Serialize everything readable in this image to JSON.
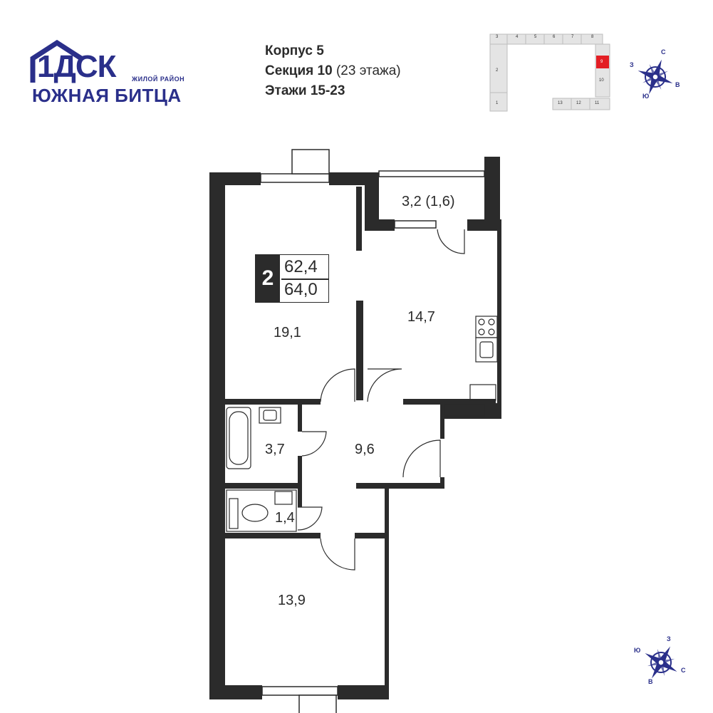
{
  "logo": {
    "number": "1",
    "letters": "ДСК",
    "tagline": "ЖИЛОЙ РАЙОН",
    "name": "ЮЖНАЯ БИТЦА",
    "color": "#2a2f8a"
  },
  "header": {
    "building": "Корпус 5",
    "section_label": "Секция 10",
    "section_floors": "(23 этажа)",
    "floors": "Этажи 15-23"
  },
  "badge": {
    "rooms": "2",
    "area_living": "62,4",
    "area_total": "64,0"
  },
  "rooms": {
    "balcony": "3,2 (1,6)",
    "bedroom_top": "19,1",
    "kitchen": "14,7",
    "bathroom": "3,7",
    "hall": "9,6",
    "wc": "1,4",
    "bedroom_bottom": "13,9"
  },
  "keyplan": {
    "sections_top": [
      "3",
      "4",
      "5",
      "6",
      "7",
      "8"
    ],
    "section_left_mid": "2",
    "section_left_bottom": "1",
    "section_highlight": "9",
    "section_right_mid": "10",
    "sections_bottom": [
      "13",
      "12",
      "11"
    ],
    "highlight_color": "#e31e24"
  },
  "compass_top": {
    "n": "С",
    "w": "З",
    "e": "В",
    "s": "Ю"
  },
  "compass_bottom": {
    "n": "З",
    "w": "Ю",
    "e": "С",
    "s": "В"
  },
  "colors": {
    "wall": "#2b2b2b",
    "brand": "#2a2f8a"
  }
}
